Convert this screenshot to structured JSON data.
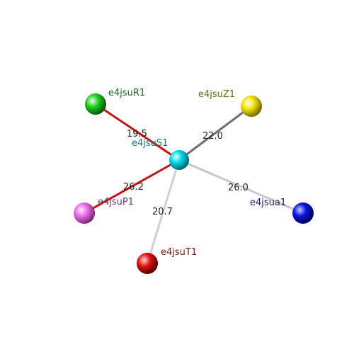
{
  "diagram": {
    "center": {
      "id": "e4jsuS1",
      "color": "#00d8e8",
      "label_color": "#1a6f78"
    },
    "nodes": [
      {
        "id": "e4jsuR1",
        "color": "#1ecf1e",
        "label_color": "#1f6a1f",
        "edge_color": "#c81414",
        "distance": "19.5"
      },
      {
        "id": "e4jsuZ1",
        "color": "#f2e40f",
        "label_color": "#6e6a14",
        "edge_color": "#6e6e6e",
        "distance": "22.0"
      },
      {
        "id": "e4jsuP1",
        "color": "#ea6ee8",
        "label_color": "#6a3a6a",
        "edge_color": "#c81414",
        "distance": "26.2"
      },
      {
        "id": "e4jsua1",
        "color": "#0a14e0",
        "label_color": "#1c1c6e",
        "edge_color": "#c8c8c8",
        "distance": "26.0"
      },
      {
        "id": "e4jsuT1",
        "color": "#e01010",
        "label_color": "#6e1a1a",
        "edge_color": "#d0d0d0",
        "distance": "20.7"
      }
    ]
  }
}
